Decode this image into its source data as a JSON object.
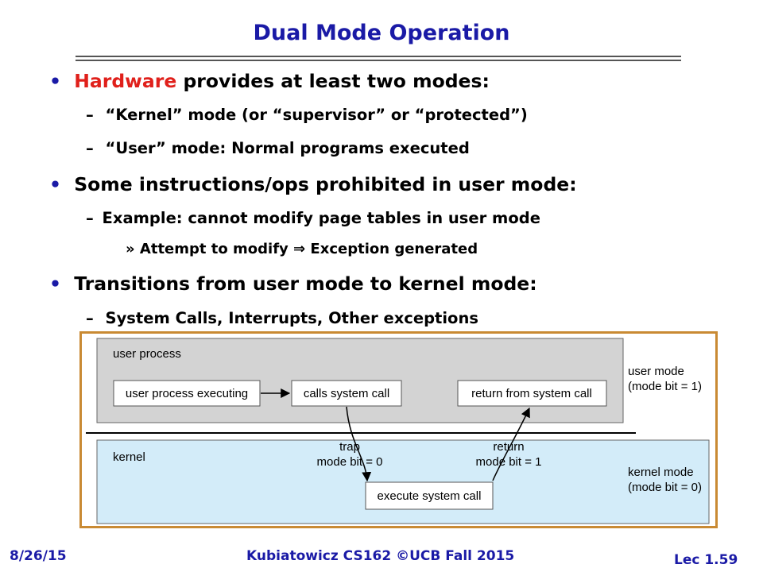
{
  "slide": {
    "title": "Dual Mode Operation",
    "bullets": [
      {
        "marker": "•",
        "highlight": "Hardware",
        "rest": " provides at least two modes:"
      },
      {
        "marker": "–",
        "text": "“Kernel” mode (or “supervisor” or “protected”)"
      },
      {
        "marker": "–",
        "text": "“User” mode: Normal programs executed"
      },
      {
        "marker": "•",
        "text": "Some instructions/ops prohibited in user mode:"
      },
      {
        "marker": "–",
        "text": "Example: cannot modify page tables in user mode"
      },
      {
        "marker": "»",
        "text_before": "Attempt to modify",
        "arrow": "⇒",
        "text_after": "Exception generated"
      },
      {
        "marker": "•",
        "text": "Transitions from user mode to kernel mode:"
      },
      {
        "marker": "–",
        "text": "System Calls, Interrupts, Other exceptions"
      }
    ]
  },
  "diagram": {
    "user_area_label": "user process",
    "kernel_area_label": "kernel",
    "box_user_exec": "user process executing",
    "box_calls": "calls system call",
    "box_return": "return from system call",
    "box_execute": "execute system call",
    "trap_label": [
      "trap",
      "mode bit = 0"
    ],
    "return_label": [
      "return",
      "mode bit = 1"
    ],
    "user_mode_label": [
      "user mode",
      "(mode bit = 1)"
    ],
    "kernel_mode_label": [
      "kernel mode",
      "(mode bit = 0)"
    ],
    "colors": {
      "user_bg": "#d3d3d3",
      "kernel_bg": "#d3ecf9",
      "frame": "#c98a33",
      "title": "#1a1aa6",
      "highlight": "#e0201b"
    }
  },
  "footer": {
    "date": "8/26/15",
    "course": "Kubiatowicz CS162 ©UCB Fall 2015",
    "lecture": "Lec 1.59"
  }
}
